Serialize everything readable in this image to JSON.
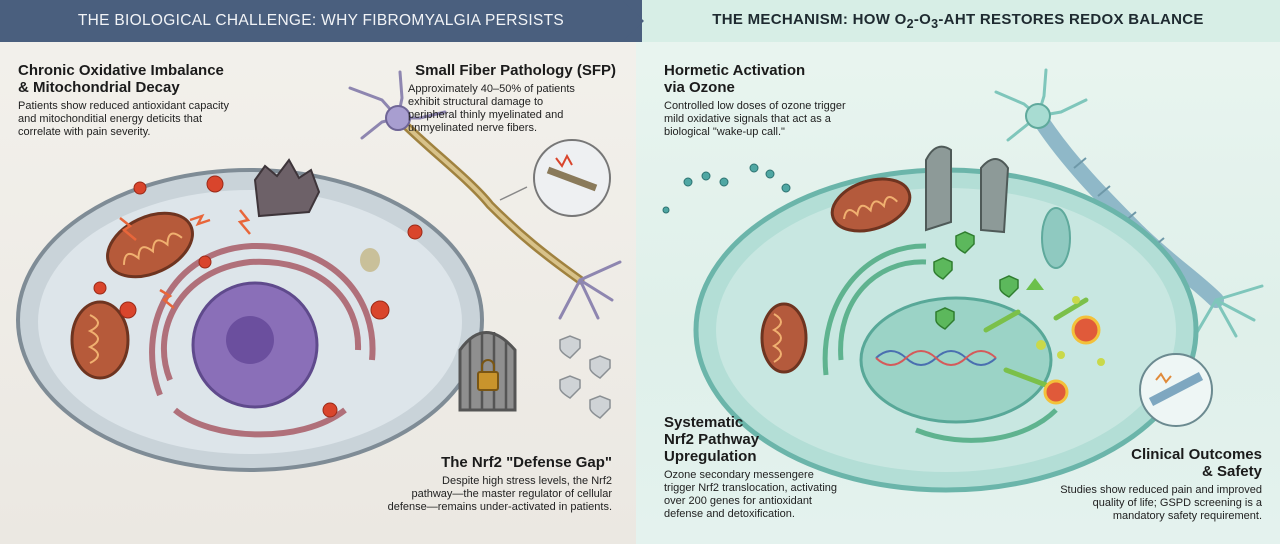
{
  "left_header": "THE BIOLOGICAL CHALLENGE: WHY FIBROMYALGIA PERSISTS",
  "right_header": {
    "prefix": "THE MECHANISM: HOW O",
    "sub1": "2",
    "mid1": "-O",
    "sub2": "3",
    "suffix": "-AHT RESTORES REDOX BALANCE"
  },
  "left": {
    "oxidative": {
      "title_line1": "Chronic Oxidative Imbalance",
      "title_line2": "& Mitochondrial Decay",
      "body_line1": "Patients show reduced antioxidant capacity",
      "body_line2": "and mitochonditial energy deticits that",
      "body_line3": "correlate with pain severity."
    },
    "sfp": {
      "title": "Small Fiber Pathology (SFP)",
      "body_line1": "Approximately 40–50% of patients",
      "body_line2": "exhibit structural damage to",
      "body_line3": "peripheral thinly myelinated and",
      "body_line4": "unmyelinated nerve fibers."
    },
    "nrf2_gap": {
      "title": "The Nrf2 \"Defense Gap\"",
      "body_line1": "Despite high stress levels, the Nrf2",
      "body_line2": "pathway—the master regulator of cellular",
      "body_line3": "defense—remains under-activated in patients."
    }
  },
  "right": {
    "hormetic": {
      "title_line1": "Hormetic Activation",
      "title_line2": "via Ozone",
      "body_line1": "Controlled low doses of ozone trigger",
      "body_line2": "mild oxidative signals that act as a",
      "body_line3": "biological \"wake-up call.\""
    },
    "nrf2_up": {
      "title_line1": "Systematic",
      "title_line2": "Nrf2 Pathway",
      "title_line3": "Upregulation",
      "body_line1": "Ozone secondary messengere",
      "body_line2": "trigger Nrf2 translocation, activating",
      "body_line3": "over 200 genes for antioxidant",
      "body_line4": "defense and detoxification."
    },
    "clinical": {
      "title_line1": "Clinical Outcomes",
      "title_line2": "& Safety",
      "body_line1": "Studies show reduced pain and improved",
      "body_line2": "quality of life; GSPD screening is a",
      "body_line3": "mandatory safety requirement."
    }
  },
  "colors": {
    "left_header_bg": "#4a5f7e",
    "right_header_bg": "#d7eee6",
    "damage_red": "#d9452c",
    "nucleus_purple": "#8a6fb8",
    "shield_green": "#5cb85c",
    "cell_teal": "#7ec4b8"
  }
}
